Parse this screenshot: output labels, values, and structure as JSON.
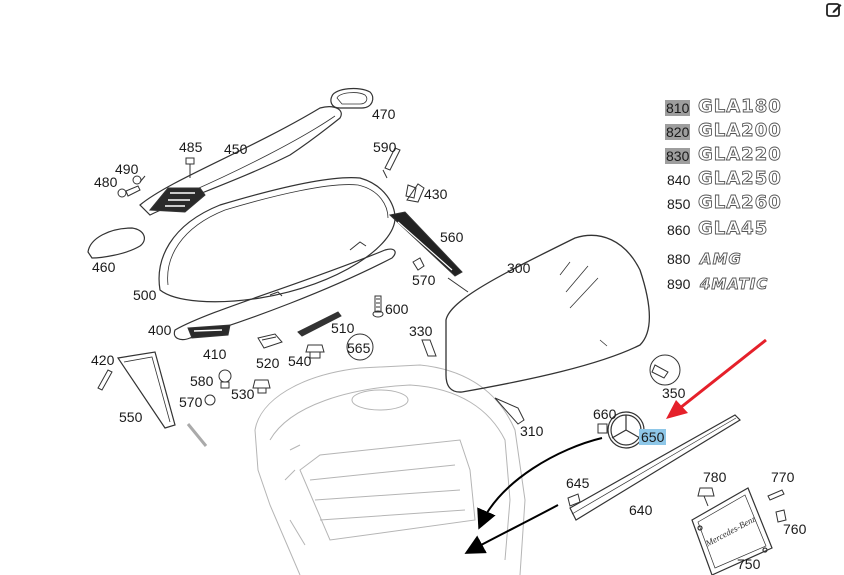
{
  "diagram": {
    "part_numbers": {
      "p470": "470",
      "p485": "485",
      "p450": "450",
      "p590": "590",
      "p490": "490",
      "p480": "480",
      "p430": "430",
      "p560": "560",
      "p460": "460",
      "p570a": "570",
      "p300": "300",
      "p500": "500",
      "p600": "600",
      "p400": "400",
      "p510": "510",
      "p330": "330",
      "p565": "565",
      "p410": "410",
      "p520": "520",
      "p540": "540",
      "p420": "420",
      "p580": "580",
      "p530": "530",
      "p570b": "570",
      "p550": "550",
      "p350": "350",
      "p660": "660",
      "p650": "650",
      "p310": "310",
      "p780": "780",
      "p770": "770",
      "p645": "645",
      "p640": "640",
      "p760": "760",
      "p750": "750"
    },
    "badge_codes": [
      {
        "code": "810",
        "highlight": "gray"
      },
      {
        "code": "820",
        "highlight": "gray"
      },
      {
        "code": "830",
        "highlight": "gray"
      },
      {
        "code": "840",
        "highlight": "none"
      },
      {
        "code": "850",
        "highlight": "none"
      },
      {
        "code": "860",
        "highlight": "none"
      },
      {
        "code": "880",
        "highlight": "none"
      },
      {
        "code": "890",
        "highlight": "none"
      }
    ],
    "badge_text": {
      "b810": "GLA180",
      "b820": "GLA200",
      "b830": "GLA220",
      "b840": "GLA250",
      "b850": "GLA260",
      "b860": "GLA45",
      "b880": "AMG",
      "b890": "4MATIC"
    },
    "plate_text": "Mercedes-Benz",
    "colors": {
      "highlight_gray": "#9e9e9e",
      "highlight_blue": "#8ec7e8",
      "arrow_red": "#e5202a",
      "line": "#333333"
    }
  }
}
